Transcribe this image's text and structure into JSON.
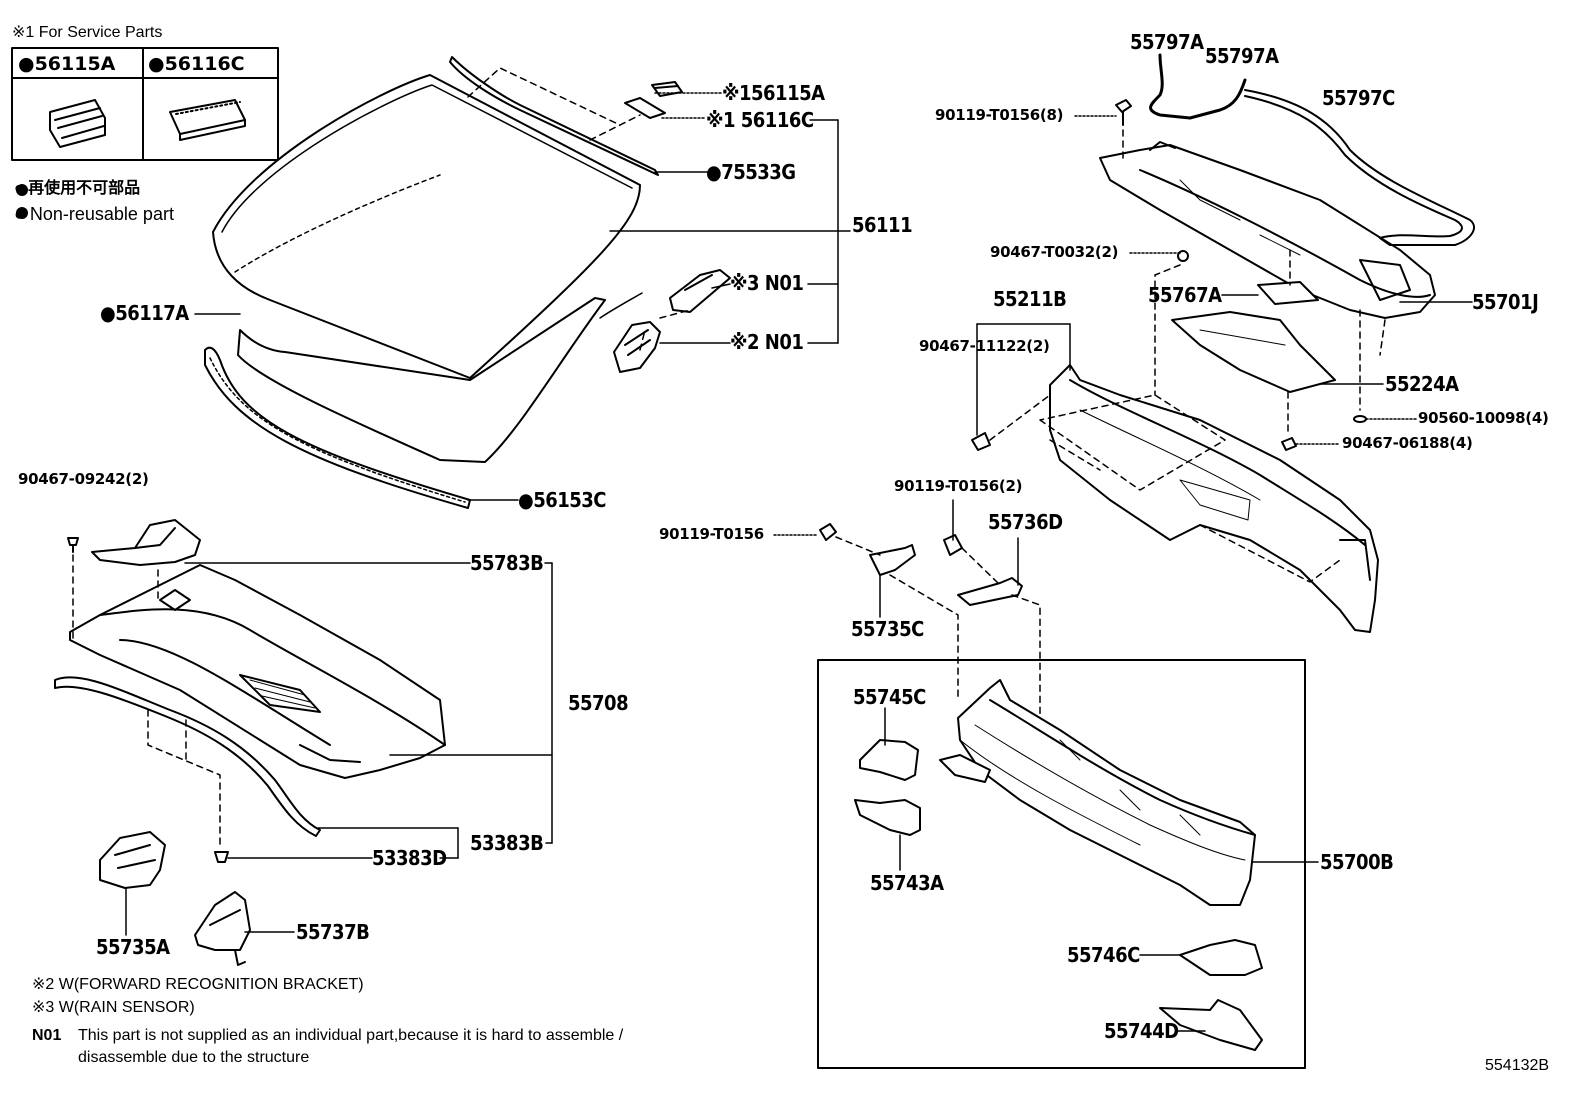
{
  "service_parts": {
    "title": "※1 For Service Parts",
    "col1": "●56115A",
    "col2": "●56116C"
  },
  "legend": {
    "jp": "● 再使用不可部品",
    "en": "● Non-reusable part"
  },
  "labels": {
    "l56115A": "※156115A",
    "l56116C": "※1 56116C",
    "l75533G": "●75533G",
    "l56111": "56111",
    "lN01a": "※3 N01",
    "lN01b": "※2 N01",
    "l56117A": "●56117A",
    "l56153C": "●56153C",
    "l90467_09242": "90467-09242(2)",
    "l55783B": "55783B",
    "l55708": "55708",
    "l53383B": "53383B",
    "l53383D": "53383D",
    "l55735A": "55735A",
    "l55737B": "55737B",
    "l55797A1": "55797A",
    "l55797A2": "55797A",
    "l55797C": "55797C",
    "l90119_T0156_8": "90119-T0156(8)",
    "l90467_T0032": "90467-T0032(2)",
    "l55767A": "55767A",
    "l55701J": "55701J",
    "l55211B": "55211B",
    "l90467_11122": "90467-11122(2)",
    "l55224A": "55224A",
    "l90560_10098": "90560-10098(4)",
    "l90467_06188": "90467-06188(4)",
    "l90119_T0156_2": "90119-T0156(2)",
    "l90119_T0156": "90119-T0156",
    "l55736D": "55736D",
    "l55735C": "55735C",
    "l55745C": "55745C",
    "l55743A": "55743A",
    "l55700B": "55700B",
    "l55746C": "55746C",
    "l55744D": "55744D"
  },
  "notes": {
    "n2": "※2 W(FORWARD RECOGNITION BRACKET)",
    "n3": "※3 W(RAIN SENSOR)",
    "n01_code": "N01",
    "n01_line1": "This part is not supplied as an individual part,because it is hard to assemble /",
    "n01_line2": "disassemble due to the structure"
  },
  "diagram_id": "554132B"
}
